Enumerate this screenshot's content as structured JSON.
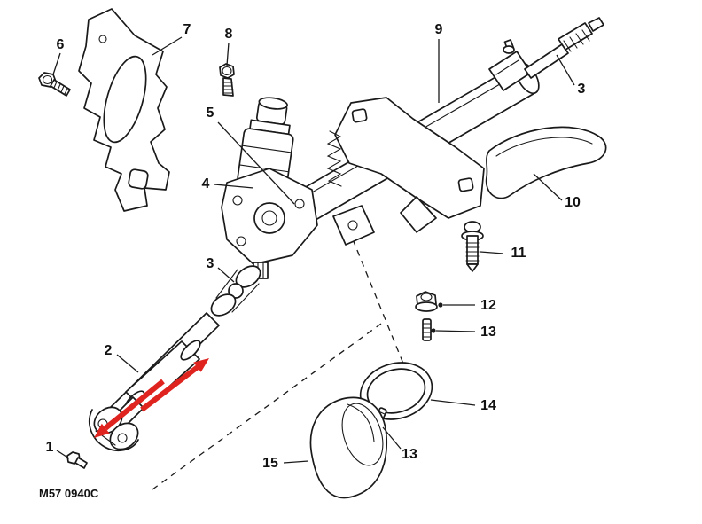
{
  "diagram": {
    "code": "M57 0940C",
    "annotation_color": "#df2420",
    "line_color": "#1a1a1a",
    "callouts": [
      {
        "label": "6"
      },
      {
        "label": "7"
      },
      {
        "label": "8"
      },
      {
        "label": "5"
      },
      {
        "label": "9"
      },
      {
        "label": "3"
      },
      {
        "label": "4"
      },
      {
        "label": "10"
      },
      {
        "label": "11"
      },
      {
        "label": "3"
      },
      {
        "label": "12"
      },
      {
        "label": "13"
      },
      {
        "label": "2"
      },
      {
        "label": "14"
      },
      {
        "label": "13"
      },
      {
        "label": "15"
      },
      {
        "label": "1"
      }
    ]
  }
}
